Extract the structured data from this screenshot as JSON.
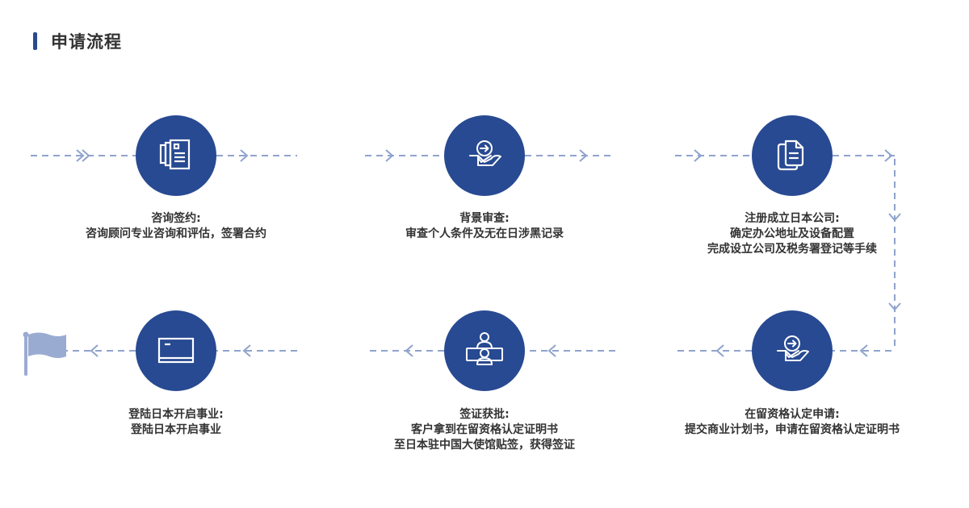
{
  "header": {
    "title": "申请流程"
  },
  "colors": {
    "accent": "#284a92",
    "connector": "#8fa3cc",
    "flag": "#9aabd1",
    "text": "#333333"
  },
  "steps": [
    {
      "icon": "document-stack-icon",
      "title": "咨询签约:",
      "lines": [
        "咨询顾问专业咨询和评估，签署合约"
      ]
    },
    {
      "icon": "hand-submit-icon",
      "title": "背景审查:",
      "lines": [
        "审查个人条件及无在日涉黑记录"
      ]
    },
    {
      "icon": "copy-file-icon",
      "title": "注册成立日本公司:",
      "lines": [
        "确定办公地址及设备配置",
        "完成设立公司及税务署登记等手续"
      ]
    },
    {
      "icon": "hand-submit-icon",
      "title": "在留资格认定申请:",
      "lines": [
        "提交商业计划书，申请在留资格认定证明书"
      ]
    },
    {
      "icon": "video-meeting-icon",
      "title": "签证获批:",
      "lines": [
        "客户拿到在留资格认定证明书",
        "至日本驻中国大使馆贴签，获得签证"
      ]
    },
    {
      "icon": "monitor-icon",
      "title": "登陆日本开启事业:",
      "lines": [
        "登陆日本开启事业"
      ]
    }
  ],
  "end_marker": {
    "icon": "flag-icon"
  }
}
